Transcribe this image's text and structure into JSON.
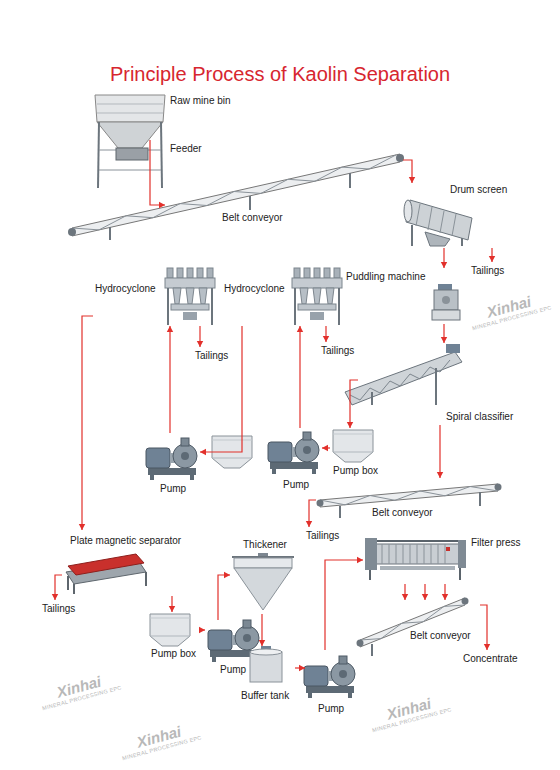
{
  "diagram": {
    "title": "Principle Process of Kaolin Separation",
    "nodes": [
      {
        "text": [
          "Raw mine bin"
        ]
      },
      {
        "text": [
          "Belt conveyor"
        ]
      },
      {
        "text": [
          "Drum screen"
        ]
      },
      {
        "text": [
          "Tailings"
        ]
      },
      {
        "text": [
          "Puddling machine"
        ]
      },
      {
        "text": [
          "Spiral classifier"
        ]
      },
      {
        "text": [
          "Pump box"
        ]
      },
      {
        "text": [
          "Pump"
        ]
      },
      {
        "text": [
          "Hydrocyclone"
        ]
      },
      {
        "text": [
          "Tailings"
        ]
      },
      {
        "text": [
          "Pump"
        ]
      },
      {
        "text": [
          "Hydrocyclone"
        ]
      },
      {
        "text": [
          "Tailings"
        ]
      },
      {
        "text": [
          "Plate magnetic separator"
        ]
      },
      {
        "text": [
          "Tailings"
        ]
      },
      {
        "text": [
          "Pump box"
        ]
      },
      {
        "text": [
          "Pump"
        ]
      },
      {
        "text": [
          "Thickener"
        ]
      },
      {
        "text": [
          "Buffer tank"
        ]
      },
      {
        "text": [
          "Pump"
        ]
      },
      {
        "text": [
          "Filter press"
        ]
      },
      {
        "text": [
          "Belt conveyor"
        ]
      },
      {
        "text": [
          "Concentrate"
        ]
      },
      {
        "text": [
          "Belt conveyor"
        ]
      },
      {
        "text": [
          "Tailings"
        ]
      }
    ],
    "edges": [
      {
        "from": 0,
        "to": 1,
        "arrow": "to"
      },
      {
        "from": 1,
        "to": 2,
        "arrow": "to"
      },
      {
        "from": 2,
        "to": 3,
        "arrow": "to"
      },
      {
        "from": 2,
        "to": 4,
        "arrow": "to"
      },
      {
        "from": 4,
        "to": 5,
        "arrow": "to"
      },
      {
        "from": 5,
        "to": 6,
        "arrow": "to"
      },
      {
        "from": 5,
        "to": 23,
        "arrow": "to"
      },
      {
        "from": 23,
        "to": 24,
        "arrow": "to"
      },
      {
        "from": 6,
        "to": 7,
        "arrow": "to"
      },
      {
        "from": 7,
        "to": 8,
        "arrow": "to"
      },
      {
        "from": 8,
        "to": 9,
        "arrow": "to"
      },
      {
        "from": 8,
        "to": 10,
        "arrow": "to"
      },
      {
        "from": 10,
        "to": 11,
        "arrow": "to"
      },
      {
        "from": 11,
        "to": 12,
        "arrow": "to"
      },
      {
        "from": 11,
        "to": 13,
        "arrow": "to"
      },
      {
        "from": 13,
        "to": 14,
        "arrow": "to"
      },
      {
        "from": 13,
        "to": 15,
        "arrow": "to"
      },
      {
        "from": 15,
        "to": 16,
        "arrow": "to"
      },
      {
        "from": 16,
        "to": 17,
        "arrow": "to"
      },
      {
        "from": 17,
        "to": 18,
        "arrow": "to"
      },
      {
        "from": 18,
        "to": 19,
        "arrow": "to"
      },
      {
        "from": 19,
        "to": 20,
        "arrow": "to"
      },
      {
        "from": 20,
        "to": 21,
        "arrow": "to"
      },
      {
        "from": 20,
        "to": 21,
        "arrow": "to"
      },
      {
        "from": 20,
        "to": 21,
        "arrow": "to"
      },
      {
        "from": 21,
        "to": 22,
        "arrow": "to"
      }
    ],
    "labels": [
      "Feeder",
      "Xinhai",
      "MINERAL PROCESSING EPC",
      "Xinhai",
      "MINERAL PROCESSING EPC",
      "Xinhai",
      "MINERAL PROCESSING EPC",
      "Xinhai",
      "MINERAL PROCESSING EPC"
    ]
  }
}
